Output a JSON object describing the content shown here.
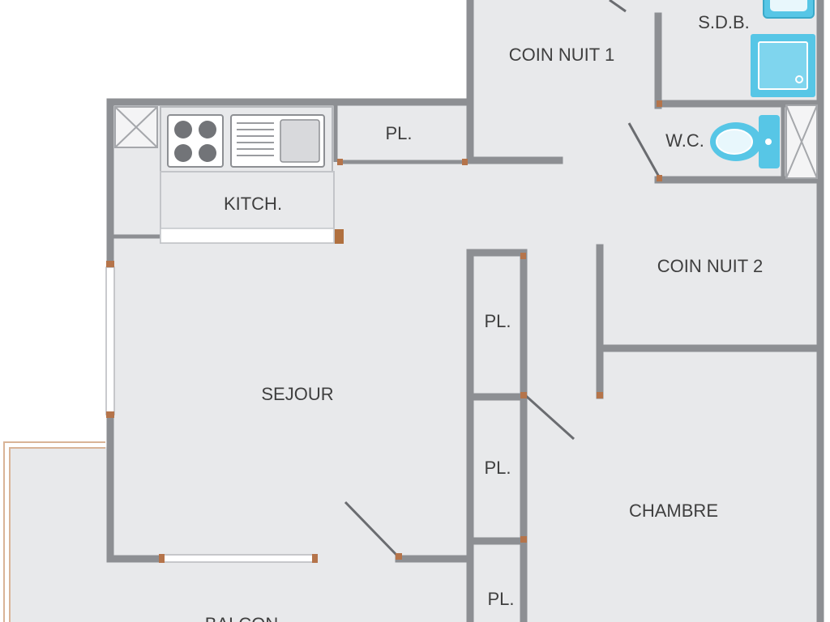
{
  "floor_plan": {
    "rooms": {
      "sdb": "S.D.B.",
      "coin_nuit_1": "COIN NUIT 1",
      "wc": "W.C.",
      "placard_kitchen": "PL.",
      "kitchen": "KITCH.",
      "coin_nuit_2": "COIN NUIT 2",
      "placard_1": "PL.",
      "sejour": "SEJOUR",
      "placard_2": "PL.",
      "chambre": "CHAMBRE",
      "placard_3": "PL.",
      "balcon": "BALCON"
    },
    "colors": {
      "floor": "#e8e9eb",
      "wall": "#8d8f93",
      "door_marker": "#b5744a",
      "fixture": "#57c6e6",
      "label": "#3f3f3f"
    }
  }
}
